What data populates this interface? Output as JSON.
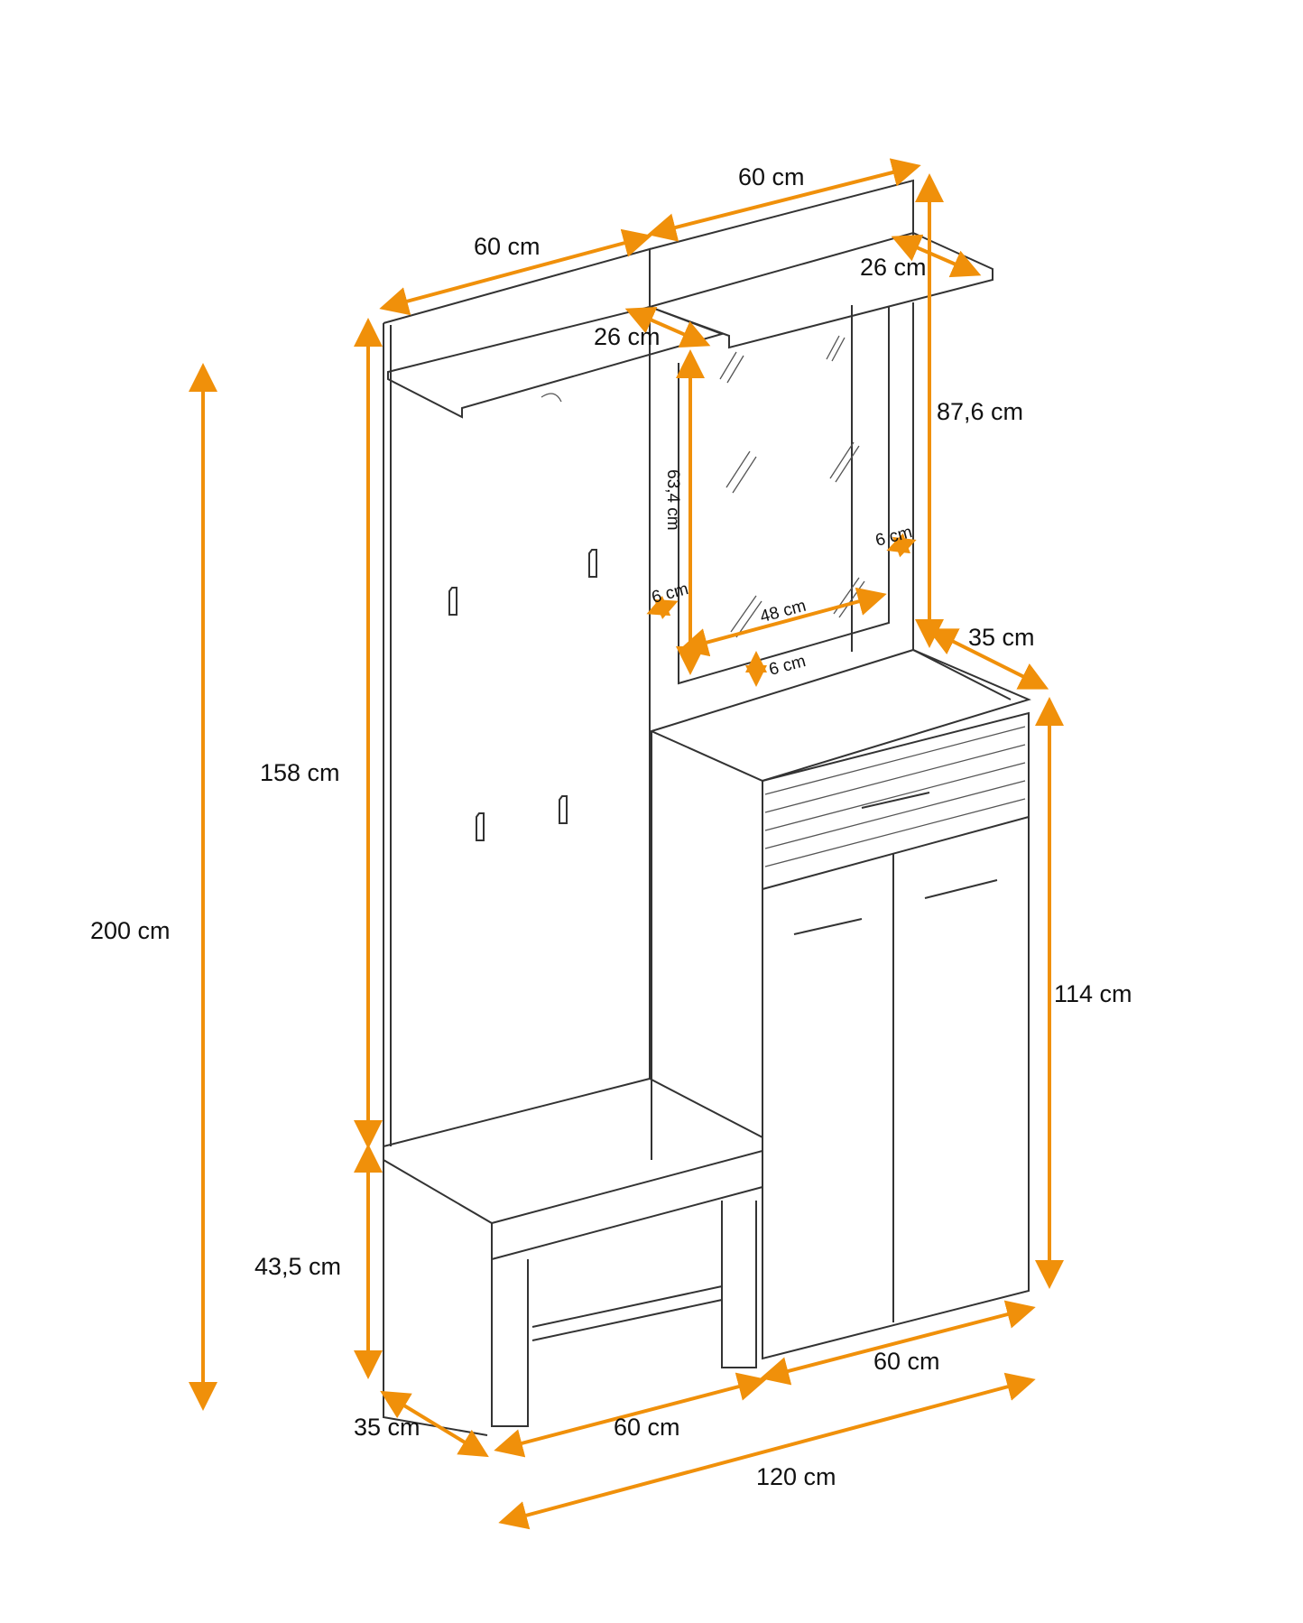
{
  "diagram": {
    "subject": "Hallway furniture set with coat rack, mirror, bench and shoe cabinet",
    "accent_color": "#f0900a",
    "line_color": "#333333",
    "dimensions": {
      "total_height": "200 cm",
      "coat_panel_height": "158 cm",
      "bench_height": "43,5 cm",
      "bench_depth": "35 cm",
      "bench_width": "60 cm",
      "total_width": "120 cm",
      "cabinet_width": "60 cm",
      "cabinet_height": "114 cm",
      "cabinet_depth": "35 cm",
      "mirror_panel_height": "87,6 cm",
      "left_top_width": "60 cm",
      "right_top_width": "60 cm",
      "left_shelf_depth": "26 cm",
      "right_shelf_depth": "26 cm",
      "mirror_height": "63,4 cm",
      "mirror_width": "48 cm",
      "mirror_border_left": "6 cm",
      "mirror_border_right": "6 cm",
      "mirror_border_bottom": "6 cm"
    }
  }
}
